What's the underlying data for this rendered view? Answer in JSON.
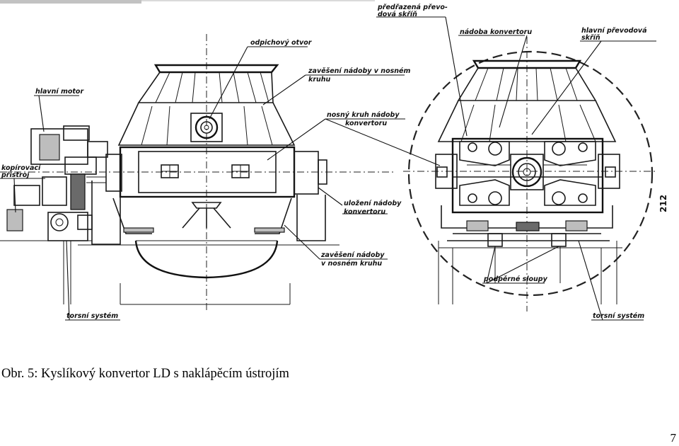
{
  "drawing": {
    "labels": {
      "predrazena": [
        "předřazená převo-",
        "dová skříň"
      ],
      "nadoba_konvertoru": "nádoba konvertoru",
      "hlavni_prevodova": [
        "hlavní převodová",
        "skříň"
      ],
      "odpichovy_otvor": "odpichový otvor",
      "zaveseni_top": [
        "zavěšení nádoby v nosném",
        "kruhu"
      ],
      "hlavni_motor": "hlavní motor",
      "nosny_kruh": [
        "nosný kruh nádoby",
        "konvertoru"
      ],
      "kopirovaci": [
        "kopírovací",
        "přístroj"
      ],
      "ulozeni": [
        "uložení nádoby",
        "konvertoru"
      ],
      "zaveseni_bottom": [
        "zavěšení nádoby",
        "v nosném kruhu"
      ],
      "podperne": "podpěrné sloupy",
      "torsni_left": "torsní systém",
      "torsni_right": "torsní systém",
      "drawing_number": "212"
    }
  },
  "caption": {
    "text": "Obr. 5:  Kyslíkový konvertor LD s naklápěcím ústrojím"
  },
  "page_number": "7"
}
